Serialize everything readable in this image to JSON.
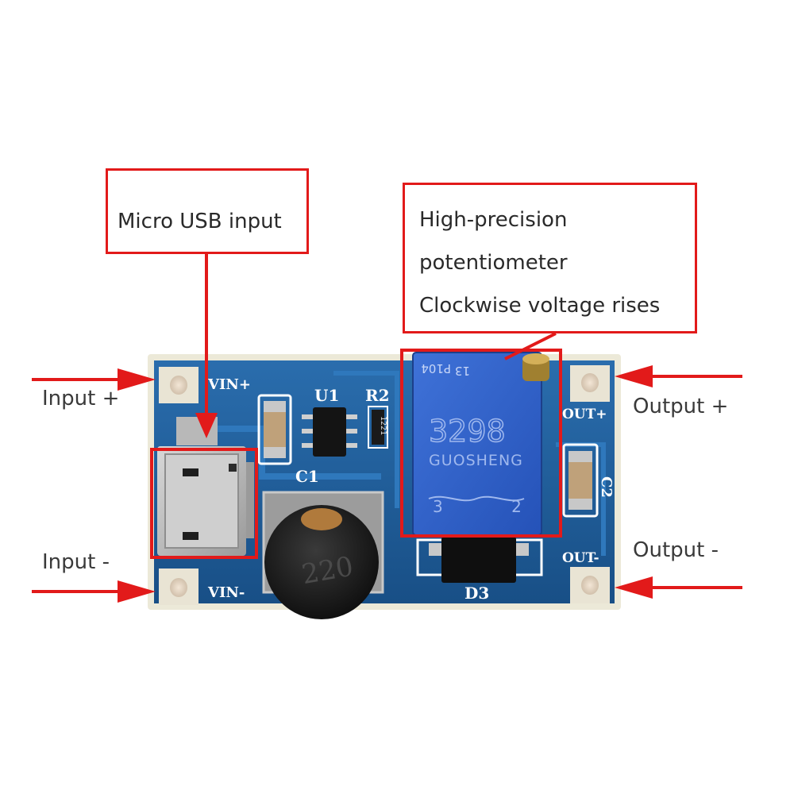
{
  "callouts": {
    "usb": {
      "text": "Micro USB input"
    },
    "pot": {
      "line1": "High-precision",
      "line2": "potentiometer",
      "line3": "Clockwise voltage rises"
    }
  },
  "pin_labels": {
    "input_plus": "Input +",
    "input_minus": "Input  -",
    "output_plus": "Output +",
    "output_minus": "Output -"
  },
  "silkscreen": {
    "vin_plus": "VIN+",
    "vin_minus": "VIN-",
    "out_plus": "OUT+",
    "out_minus": "OUT-",
    "u1": "U1",
    "r2": "R2",
    "c1": "C1",
    "c2": "C2",
    "d3": "D3",
    "r2_code": "1221",
    "pot_top": "P104",
    "pot_top2": "13",
    "pot_model": "3298",
    "pot_brand": "GUOSHENG",
    "pot_pins": "3 2",
    "inductor_code": "220"
  },
  "colors": {
    "annotation_red": "#e21a1a",
    "pcb_blue": "#1f5f9c",
    "pcb_edge": "#e8e6d8",
    "pot_blue": "#2d5fc9",
    "pad_color": "#e7d6c2"
  }
}
